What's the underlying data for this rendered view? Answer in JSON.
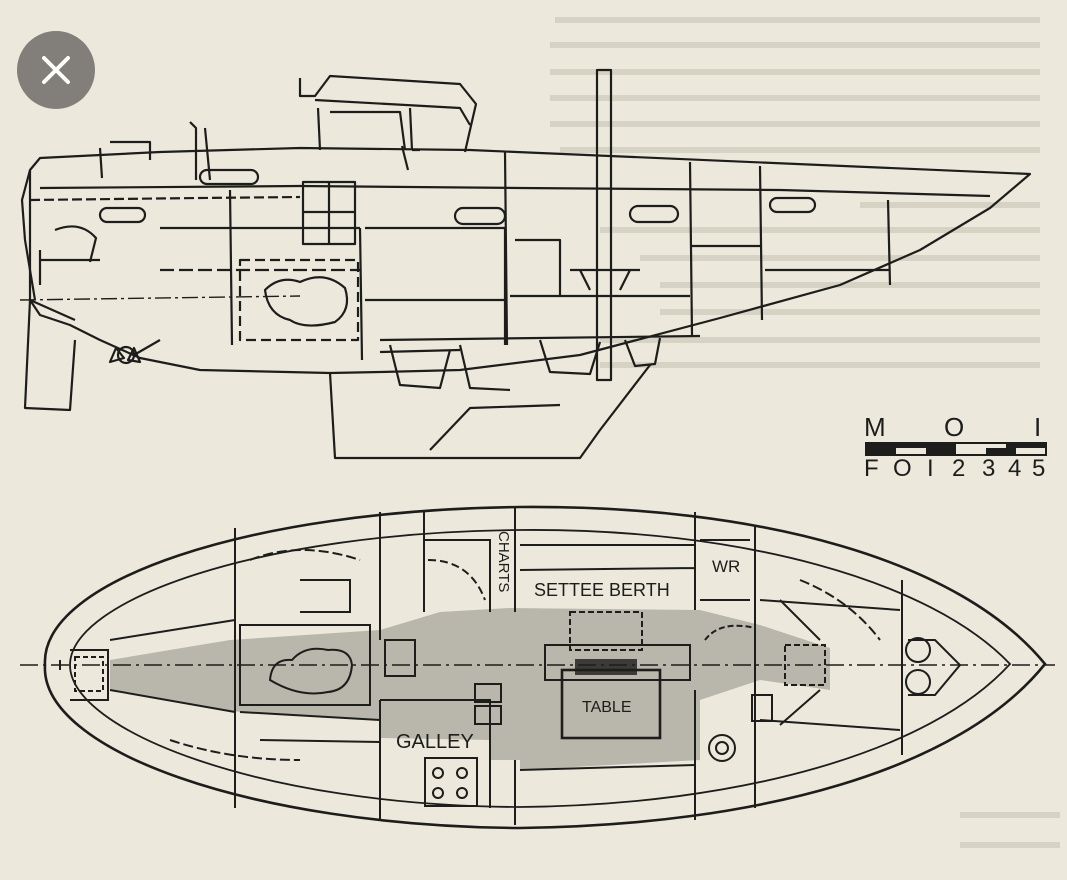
{
  "labels": {
    "charts": "CHARTS",
    "settee_berth": "SETTEE BERTH",
    "wr": "WR",
    "table": "TABLE",
    "galley": "GALLEY"
  },
  "scale": {
    "metric_label": "M",
    "metric_ticks": [
      "O",
      "I"
    ],
    "feet_label": "F",
    "feet_ticks": [
      "O",
      "I",
      "2",
      "3",
      "4",
      "5"
    ]
  },
  "icons": {
    "close": "close-icon"
  },
  "colors": {
    "paper": "#ece9dc",
    "ink": "#1d1d1b",
    "shade": "#b9b6ab",
    "close_bg": "#7a7772"
  }
}
